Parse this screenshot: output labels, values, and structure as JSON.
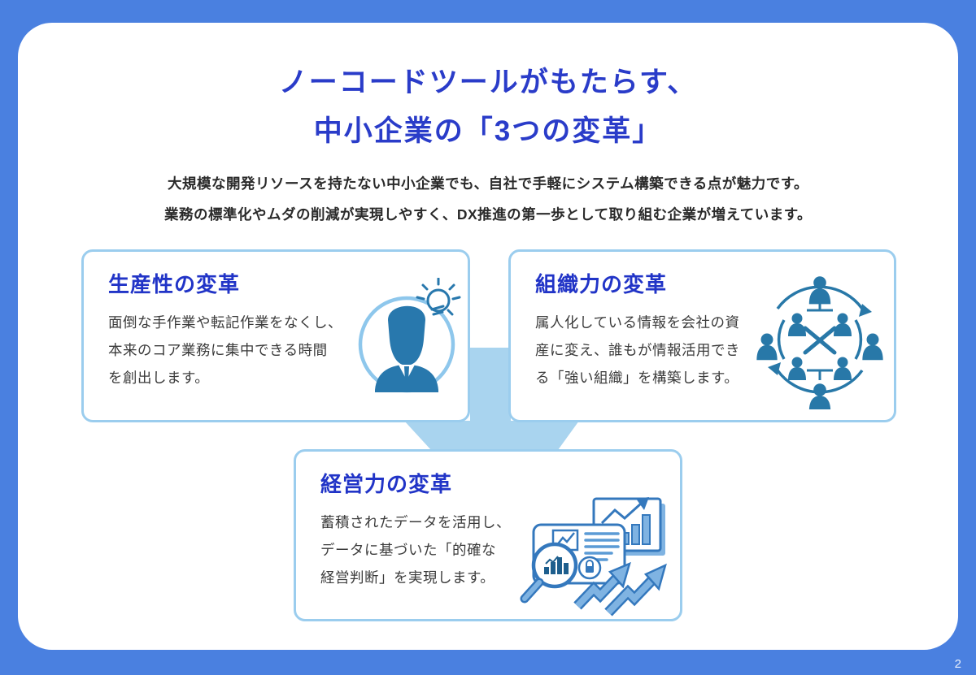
{
  "page": {
    "number": "2"
  },
  "title": {
    "text": "ノーコードツールがもたらす、\n中小企業の「3つの変革」"
  },
  "intro": {
    "text": "大規模な開発リソースを持たない中小企業でも、自社で手軽にシステム構築できる点が魅力です。\n業務の標準化やムダの削減が実現しやすく、DX推進の第一歩として取り組む企業が増えています。"
  },
  "cards": [
    {
      "title": "生産性の変革",
      "body": "面倒な手作業や転記作業をなくし、\n本来のコア業務に集中できる時間\nを創出します。",
      "icon": "person-lightbulb-icon"
    },
    {
      "title": "組織力の変革",
      "body": "属人化している情報を会社の資\n産に変え、誰もが情報活用でき\nる「強い組織」を構築します。",
      "icon": "organization-network-icon"
    },
    {
      "title": "経営力の変革",
      "body": "蓄積されたデータを活用し、\nデータに基づいた「的確な\n経営判断」を実現します。",
      "icon": "data-analytics-icon"
    }
  ],
  "colors": {
    "frame_blue": "#4a80e0",
    "title_blue": "#2a3cc9",
    "card_title_blue": "#2134c7",
    "card_border_blue": "#9bcdee",
    "connector_blue": "#a9d4ef",
    "icon_steel_blue": "#2878ad",
    "icon_outline_blue": "#3478bd",
    "icon_light_blue": "#7fb3e2"
  }
}
